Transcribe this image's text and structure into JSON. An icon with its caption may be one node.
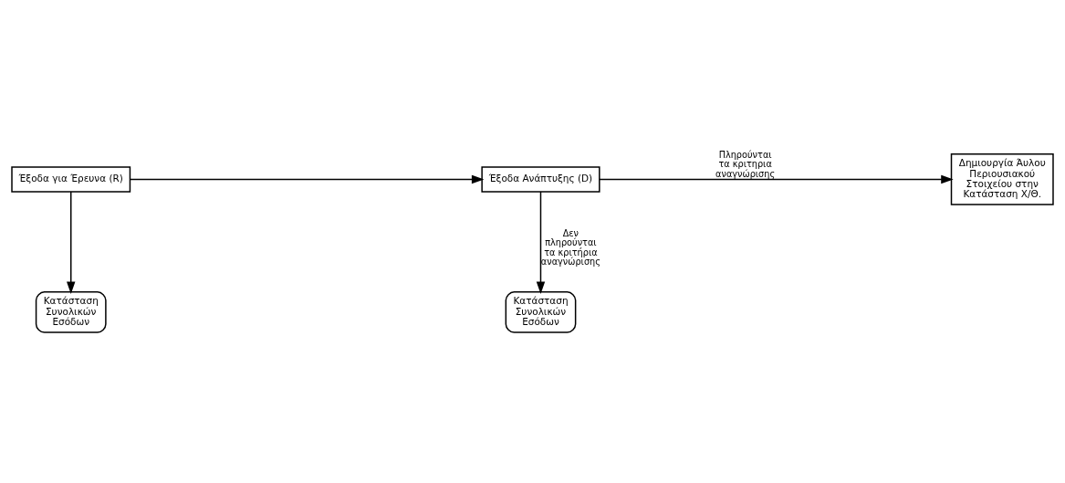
{
  "diagram": {
    "nodes": [
      {
        "text": [
          "Έξοδα για Έρευνα (R)"
        ]
      },
      {
        "text": [
          "Έξοδα Ανάπτυξης (D)"
        ]
      },
      {
        "text": [
          "Δημιουργία Άυλου Περιουσιακού Στοιχείου στην Κατάσταση Χ/Θ."
        ]
      },
      {
        "text": [
          "Κατάσταση Συνολικών Εσόδων"
        ]
      },
      {
        "text": [
          "Κατάσταση Συνολικών Εσόδων"
        ]
      }
    ],
    "edges": [
      {
        "from": 0,
        "to": 1,
        "arrow": "to"
      },
      {
        "from": 1,
        "to": 2,
        "arrow": "to",
        "label": "Πληρούνται τα κριτηρια αναγνώρισης"
      },
      {
        "from": 0,
        "to": 3,
        "arrow": "to"
      },
      {
        "from": 1,
        "to": 4,
        "arrow": "to",
        "label": "Δεν πληρούνται τα κριτήρια αναγνώρισης"
      }
    ]
  }
}
